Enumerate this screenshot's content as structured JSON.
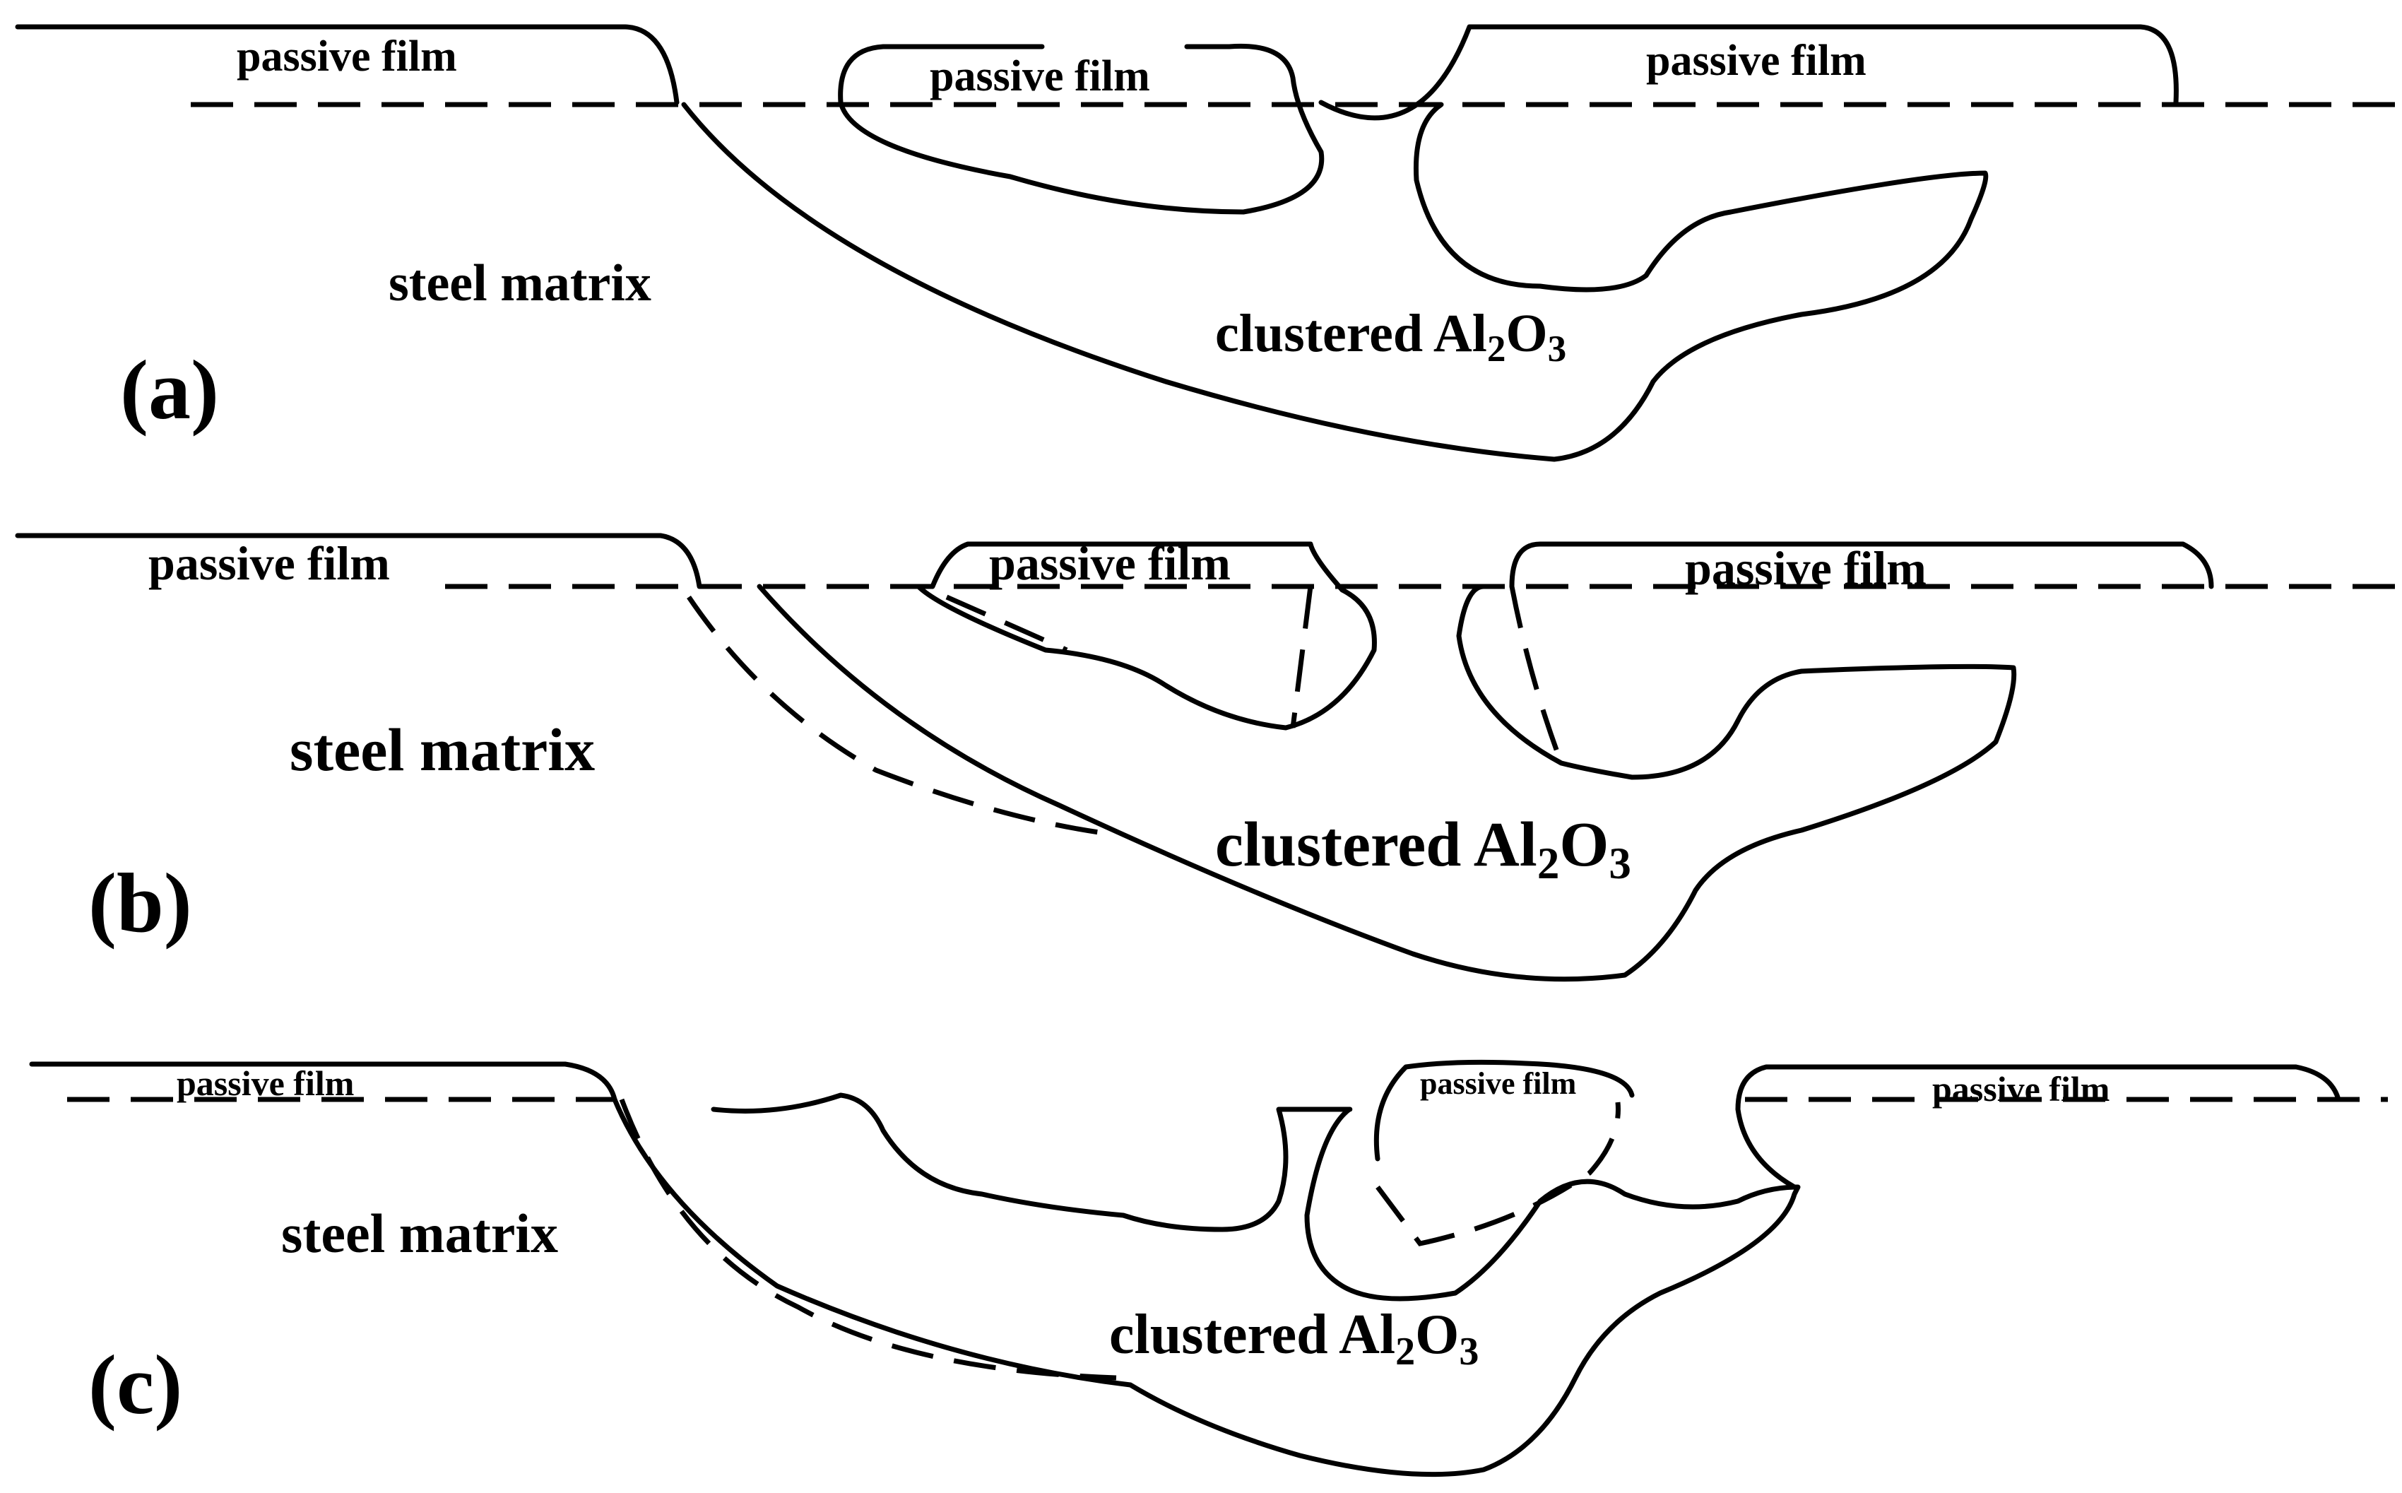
{
  "labels": {
    "passive_film": "passive film",
    "steel_matrix": "steel matrix",
    "clustered_prefix": "clustered Al",
    "sub_2": "2",
    "oxide_O": "O",
    "sub_3": "3"
  },
  "panels": [
    {
      "id": "a",
      "label": "(a)"
    },
    {
      "id": "b",
      "label": "(b)"
    },
    {
      "id": "c",
      "label": "(c)"
    }
  ]
}
